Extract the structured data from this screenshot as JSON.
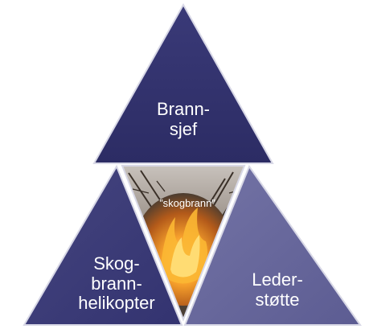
{
  "diagram": {
    "top_role": "Brann-\nsjef",
    "left_role": "Skog-\nbrann-\nhelikopter",
    "right_role": "Leder-\nstøtte",
    "center_label": "”skogbrann”",
    "colors": {
      "top_fill": "#33336e",
      "left_fill": "#3c3c7a",
      "right_fill": "#6a6a9e",
      "edge": "#d0d0e0",
      "fire_dark": "#5a4a3a",
      "fire_orange": "#f08a1e",
      "fire_yellow": "#ffd24a"
    },
    "icons": {
      "center_image": "forest-fire-photo"
    }
  }
}
